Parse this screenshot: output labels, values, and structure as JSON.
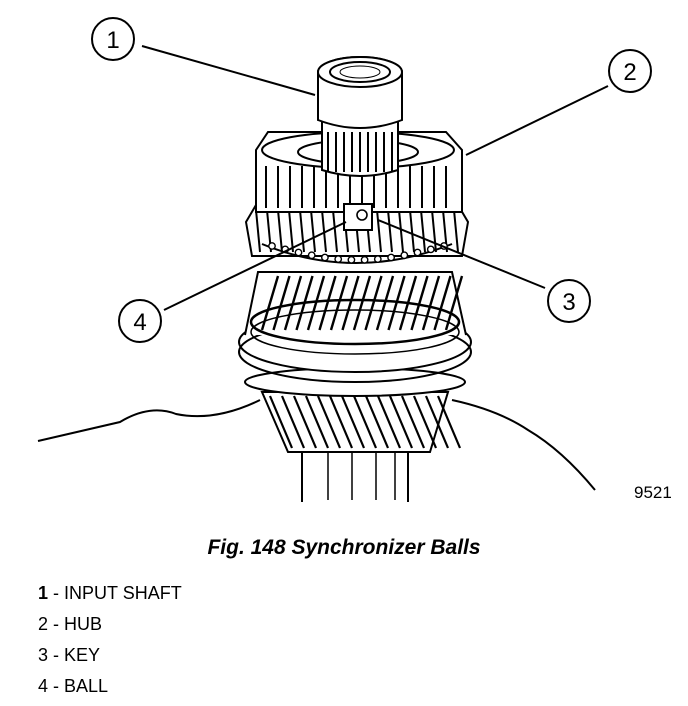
{
  "figure": {
    "code": "9521",
    "caption": "Fig. 148 Synchronizer Balls"
  },
  "callouts": [
    {
      "number": "1"
    },
    {
      "number": "2"
    },
    {
      "number": "3"
    },
    {
      "number": "4"
    }
  ],
  "legend": [
    {
      "number": "1",
      "separator": "-",
      "label": "INPUT SHAFT"
    },
    {
      "number": "2",
      "separator": "-",
      "label": "HUB"
    },
    {
      "number": "3",
      "separator": "-",
      "label": "KEY"
    },
    {
      "number": "4",
      "separator": "-",
      "label": "BALL"
    }
  ]
}
